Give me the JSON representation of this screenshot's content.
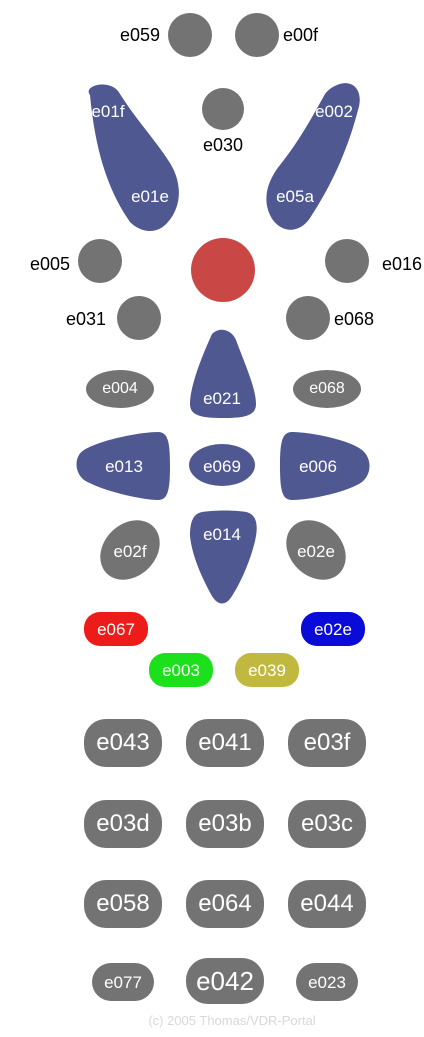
{
  "buttons": {
    "top_left": "e059",
    "top_right": "e00f",
    "center_top": "e030",
    "arc_left_top": "e01f",
    "arc_left_bottom": "e01e",
    "arc_right_top": "e002",
    "arc_right_bottom": "e05a",
    "mid_left": "e005",
    "mid_right": "e016",
    "lower_left": "e031",
    "lower_right": "e068",
    "oval_left": "e004",
    "oval_right": "e068",
    "nav_up": "e021",
    "nav_left": "e013",
    "nav_ok": "e069",
    "nav_right": "e006",
    "nav_down": "e014",
    "tilt_left": "e02f",
    "tilt_right": "e02e",
    "red": "e067",
    "blue": "e02e",
    "green": "e003",
    "yellow": "e039",
    "num_r1": [
      "e043",
      "e041",
      "e03f"
    ],
    "num_r2": [
      "e03d",
      "e03b",
      "e03c"
    ],
    "num_r3": [
      "e058",
      "e064",
      "e044"
    ],
    "num_r4": [
      "e077",
      "e042",
      "e023"
    ]
  },
  "colors": {
    "gray": "#737373",
    "navy": "#4f5891",
    "power_red": "#c94845",
    "red": "#ee1b1b",
    "blue": "#0a0ad9",
    "green": "#1de01d",
    "yellow": "#c1b93f"
  },
  "copyright": "(c) 2005 Thomas/VDR-Portal"
}
